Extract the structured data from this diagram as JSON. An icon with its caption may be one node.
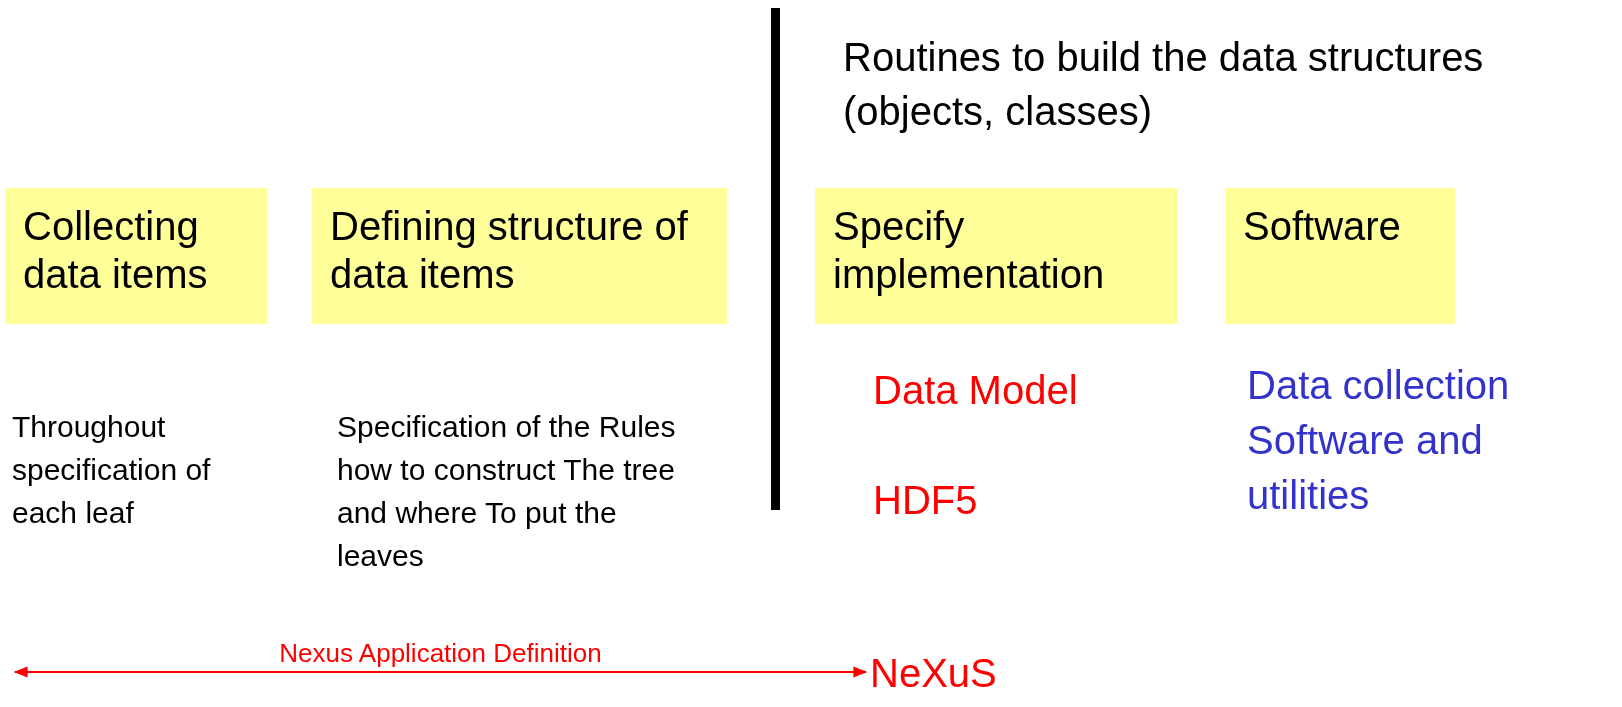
{
  "diagram": {
    "nodes": [
      {
        "text": [
          "Collecting data items"
        ]
      },
      {
        "text": [
          "Defining structure of data items"
        ]
      },
      {
        "text": [
          "Specify implementation"
        ]
      },
      {
        "text": [
          "Software"
        ]
      },
      {
        "text": [
          "NeXuS"
        ]
      }
    ],
    "edges": [
      {
        "from": null,
        "to": 4,
        "arrow": "both",
        "label": "Nexus Application Definition"
      }
    ],
    "labels": [
      "Routines to build the data structures (objects, classes)",
      "Throughout specification of each leaf",
      "Specification of the Rules how to construct The tree and where To put the leaves",
      "Data Model",
      "HDF5",
      "Data collection Software and utilities"
    ]
  }
}
